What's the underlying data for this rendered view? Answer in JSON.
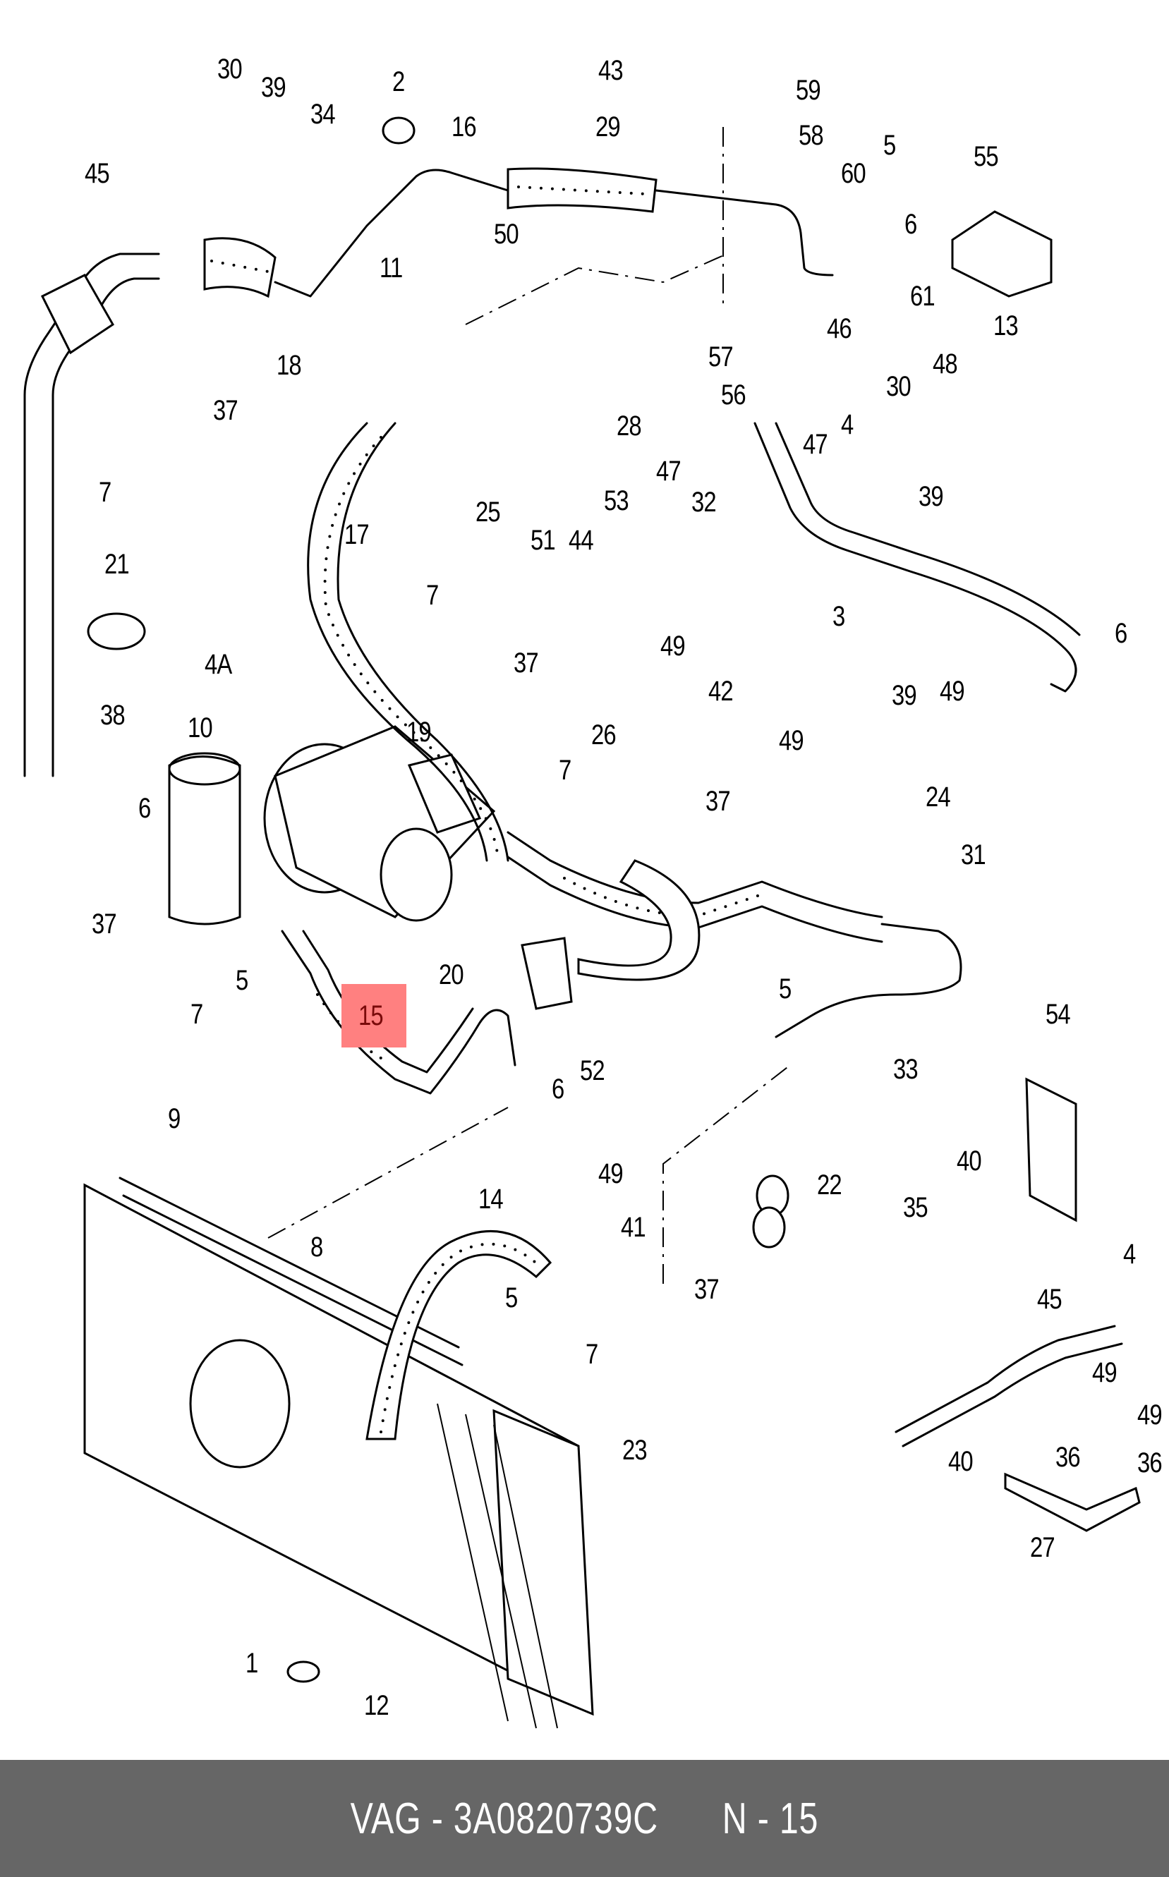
{
  "diagram": {
    "title": "Air conditioning refrigerant circuit — exploded parts view",
    "highlight_color": "#ff8080",
    "highlighted_callout": "15",
    "callouts": [
      {
        "id": "c30a",
        "label": "30"
      },
      {
        "id": "c39a",
        "label": "39"
      },
      {
        "id": "c2",
        "label": "2"
      },
      {
        "id": "c34",
        "label": "34"
      },
      {
        "id": "c16",
        "label": "16"
      },
      {
        "id": "c45a",
        "label": "45"
      },
      {
        "id": "c43",
        "label": "43"
      },
      {
        "id": "c29",
        "label": "29"
      },
      {
        "id": "c59",
        "label": "59"
      },
      {
        "id": "c58",
        "label": "58"
      },
      {
        "id": "c5a",
        "label": "5"
      },
      {
        "id": "c55",
        "label": "55"
      },
      {
        "id": "c60",
        "label": "60"
      },
      {
        "id": "c6a",
        "label": "6"
      },
      {
        "id": "c50",
        "label": "50"
      },
      {
        "id": "c11",
        "label": "11"
      },
      {
        "id": "c61",
        "label": "61"
      },
      {
        "id": "c13",
        "label": "13"
      },
      {
        "id": "c46",
        "label": "46"
      },
      {
        "id": "c57",
        "label": "57"
      },
      {
        "id": "c56",
        "label": "56"
      },
      {
        "id": "c4a",
        "label": "4"
      },
      {
        "id": "c48",
        "label": "48"
      },
      {
        "id": "c30b",
        "label": "30"
      },
      {
        "id": "c18",
        "label": "18"
      },
      {
        "id": "c37a",
        "label": "37"
      },
      {
        "id": "c7a",
        "label": "7"
      },
      {
        "id": "c28",
        "label": "28"
      },
      {
        "id": "c47a",
        "label": "47"
      },
      {
        "id": "c32",
        "label": "32"
      },
      {
        "id": "c47b",
        "label": "47"
      },
      {
        "id": "c39b",
        "label": "39"
      },
      {
        "id": "c17",
        "label": "17"
      },
      {
        "id": "c25",
        "label": "25"
      },
      {
        "id": "c51",
        "label": "51"
      },
      {
        "id": "c44",
        "label": "44"
      },
      {
        "id": "c53",
        "label": "53"
      },
      {
        "id": "c21",
        "label": "21"
      },
      {
        "id": "c3",
        "label": "3"
      },
      {
        "id": "c6b",
        "label": "6"
      },
      {
        "id": "c7b",
        "label": "7"
      },
      {
        "id": "c37b",
        "label": "37"
      },
      {
        "id": "c4A",
        "label": "4A"
      },
      {
        "id": "c49a",
        "label": "49"
      },
      {
        "id": "c42",
        "label": "42"
      },
      {
        "id": "c39c",
        "label": "39"
      },
      {
        "id": "c49b",
        "label": "49"
      },
      {
        "id": "c49c",
        "label": "49"
      },
      {
        "id": "c38",
        "label": "38"
      },
      {
        "id": "c10",
        "label": "10"
      },
      {
        "id": "c26",
        "label": "26"
      },
      {
        "id": "c19",
        "label": "19"
      },
      {
        "id": "c7c",
        "label": "7"
      },
      {
        "id": "c37c",
        "label": "37"
      },
      {
        "id": "c24",
        "label": "24"
      },
      {
        "id": "c6c",
        "label": "6"
      },
      {
        "id": "c31",
        "label": "31"
      },
      {
        "id": "c37d",
        "label": "37"
      },
      {
        "id": "c5b",
        "label": "5"
      },
      {
        "id": "c7d",
        "label": "7"
      },
      {
        "id": "c20",
        "label": "20"
      },
      {
        "id": "c15",
        "label": "15"
      },
      {
        "id": "c52",
        "label": "52"
      },
      {
        "id": "c6d",
        "label": "6"
      },
      {
        "id": "c5c",
        "label": "5"
      },
      {
        "id": "c33",
        "label": "33"
      },
      {
        "id": "c54",
        "label": "54"
      },
      {
        "id": "c9",
        "label": "9"
      },
      {
        "id": "c49d",
        "label": "49"
      },
      {
        "id": "c22",
        "label": "22"
      },
      {
        "id": "c40a",
        "label": "40"
      },
      {
        "id": "c14",
        "label": "14"
      },
      {
        "id": "c41",
        "label": "41"
      },
      {
        "id": "c8",
        "label": "8"
      },
      {
        "id": "c35",
        "label": "35"
      },
      {
        "id": "c45b",
        "label": "45"
      },
      {
        "id": "c37e",
        "label": "37"
      },
      {
        "id": "c5d",
        "label": "5"
      },
      {
        "id": "c4b",
        "label": "4"
      },
      {
        "id": "c7e",
        "label": "7"
      },
      {
        "id": "c49e",
        "label": "49"
      },
      {
        "id": "c49f",
        "label": "49"
      },
      {
        "id": "c23",
        "label": "23"
      },
      {
        "id": "c40b",
        "label": "40"
      },
      {
        "id": "c36a",
        "label": "36"
      },
      {
        "id": "c36b",
        "label": "36"
      },
      {
        "id": "c1",
        "label": "1"
      },
      {
        "id": "c12",
        "label": "12"
      },
      {
        "id": "c27",
        "label": "27"
      }
    ]
  },
  "footer": {
    "brand": "VAG",
    "separator": "-",
    "part_number": "3A0820739C",
    "position_label": "N - 15"
  }
}
